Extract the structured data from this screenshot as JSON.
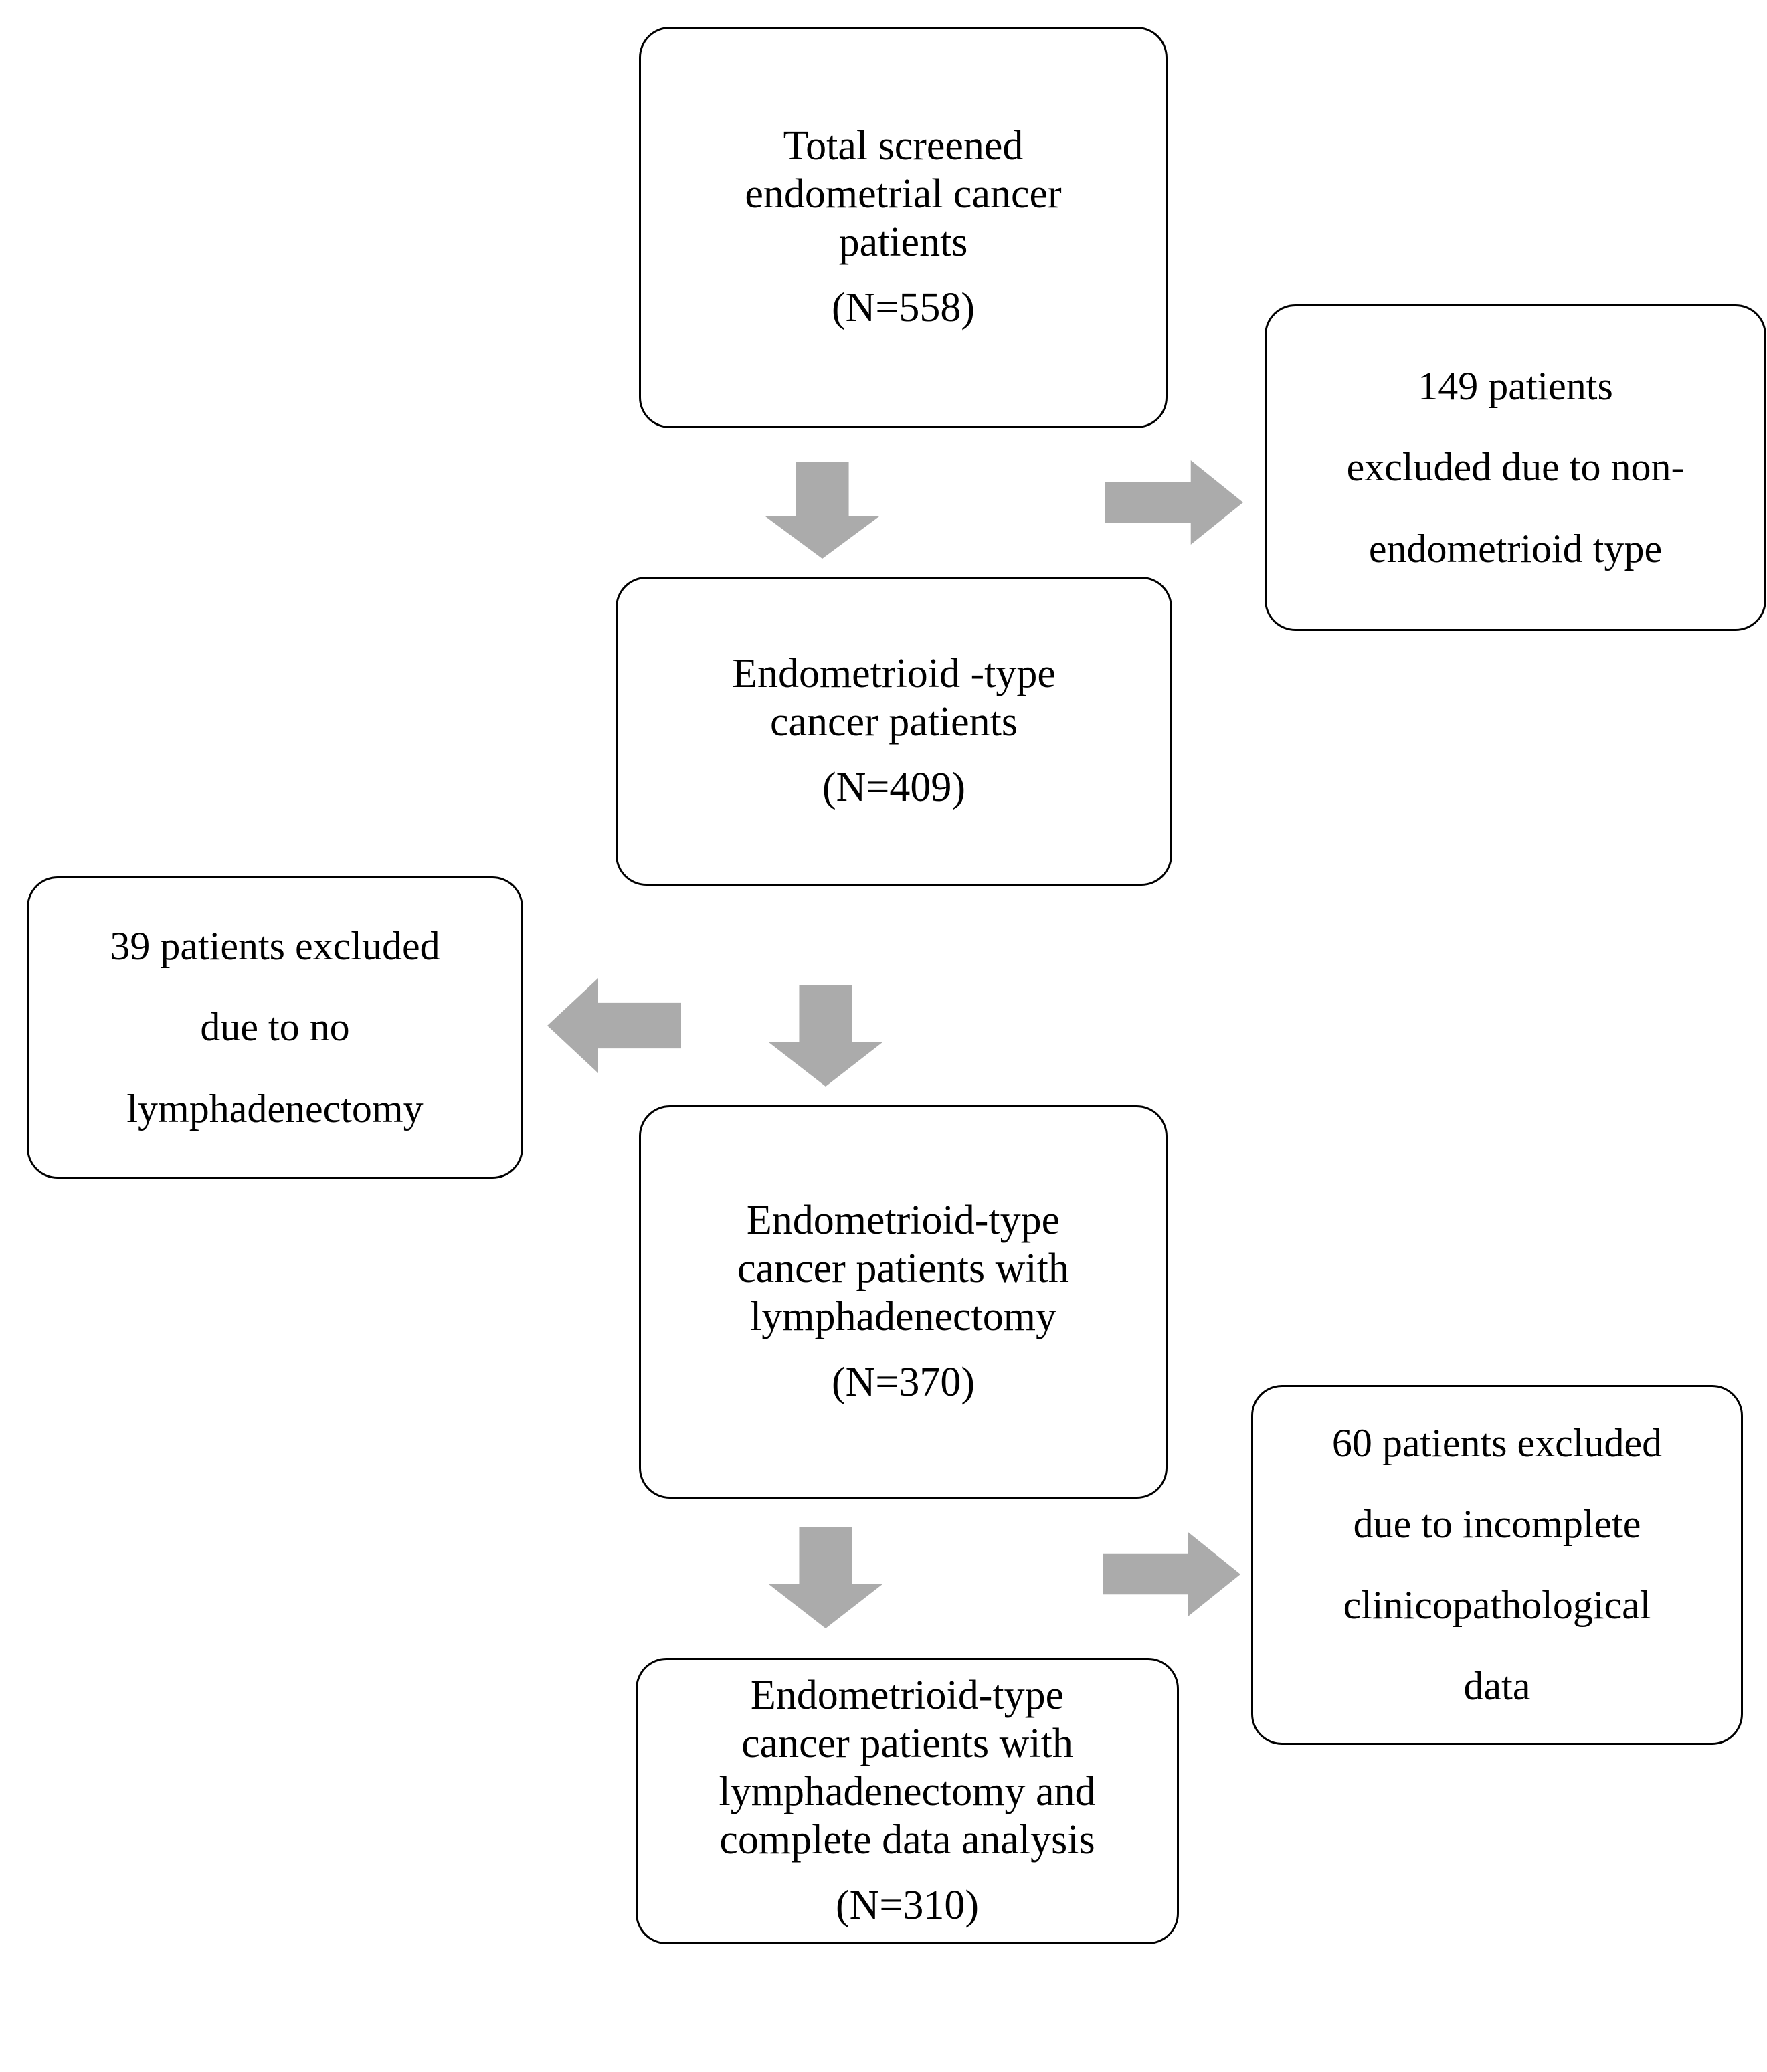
{
  "diagram": {
    "type": "flowchart",
    "orientation": "top-to-bottom",
    "colors": {
      "box_border": "#000000",
      "box_fill": "#ffffff",
      "arrow_fill": "#ababab",
      "text": "#000000"
    },
    "nodes": [
      {
        "id": "screened",
        "kind": "main",
        "lines": [
          "Total screened",
          "endometrial cancer",
          "patients"
        ],
        "count": "(N=558)"
      },
      {
        "id": "excl-nonendo",
        "kind": "exclusion",
        "lines": [
          "149 patients",
          "excluded due to non-",
          "endometrioid type"
        ]
      },
      {
        "id": "endometrioid",
        "kind": "main",
        "lines": [
          "Endometrioid -type",
          "cancer patients"
        ],
        "count": "(N=409)"
      },
      {
        "id": "excl-nolymph",
        "kind": "exclusion",
        "lines": [
          "39 patients excluded",
          "due to no",
          "lymphadenectomy"
        ]
      },
      {
        "id": "lymph",
        "kind": "main",
        "lines": [
          "Endometrioid-type",
          "cancer patients with",
          "lymphadenectomy"
        ],
        "count": "(N=370)"
      },
      {
        "id": "excl-incomplete",
        "kind": "exclusion",
        "lines": [
          "60 patients excluded",
          "due to incomplete",
          "clinicopathological",
          "data"
        ]
      },
      {
        "id": "final",
        "kind": "main",
        "lines": [
          "Endometrioid-type",
          "cancer patients with",
          "lymphadenectomy and",
          "complete data analysis"
        ],
        "count": "(N=310)"
      }
    ],
    "arrows": [
      {
        "id": "down-1",
        "direction": "down",
        "from": "screened",
        "to": "endometrioid"
      },
      {
        "id": "right-1",
        "direction": "right",
        "from": "screened",
        "to": "excl-nonendo"
      },
      {
        "id": "left-1",
        "direction": "left",
        "from": "endometrioid",
        "to": "excl-nolymph"
      },
      {
        "id": "down-2",
        "direction": "down",
        "from": "endometrioid",
        "to": "lymph"
      },
      {
        "id": "down-3",
        "direction": "down",
        "from": "lymph",
        "to": "final"
      },
      {
        "id": "right-2",
        "direction": "right",
        "from": "lymph",
        "to": "excl-incomplete"
      }
    ]
  }
}
